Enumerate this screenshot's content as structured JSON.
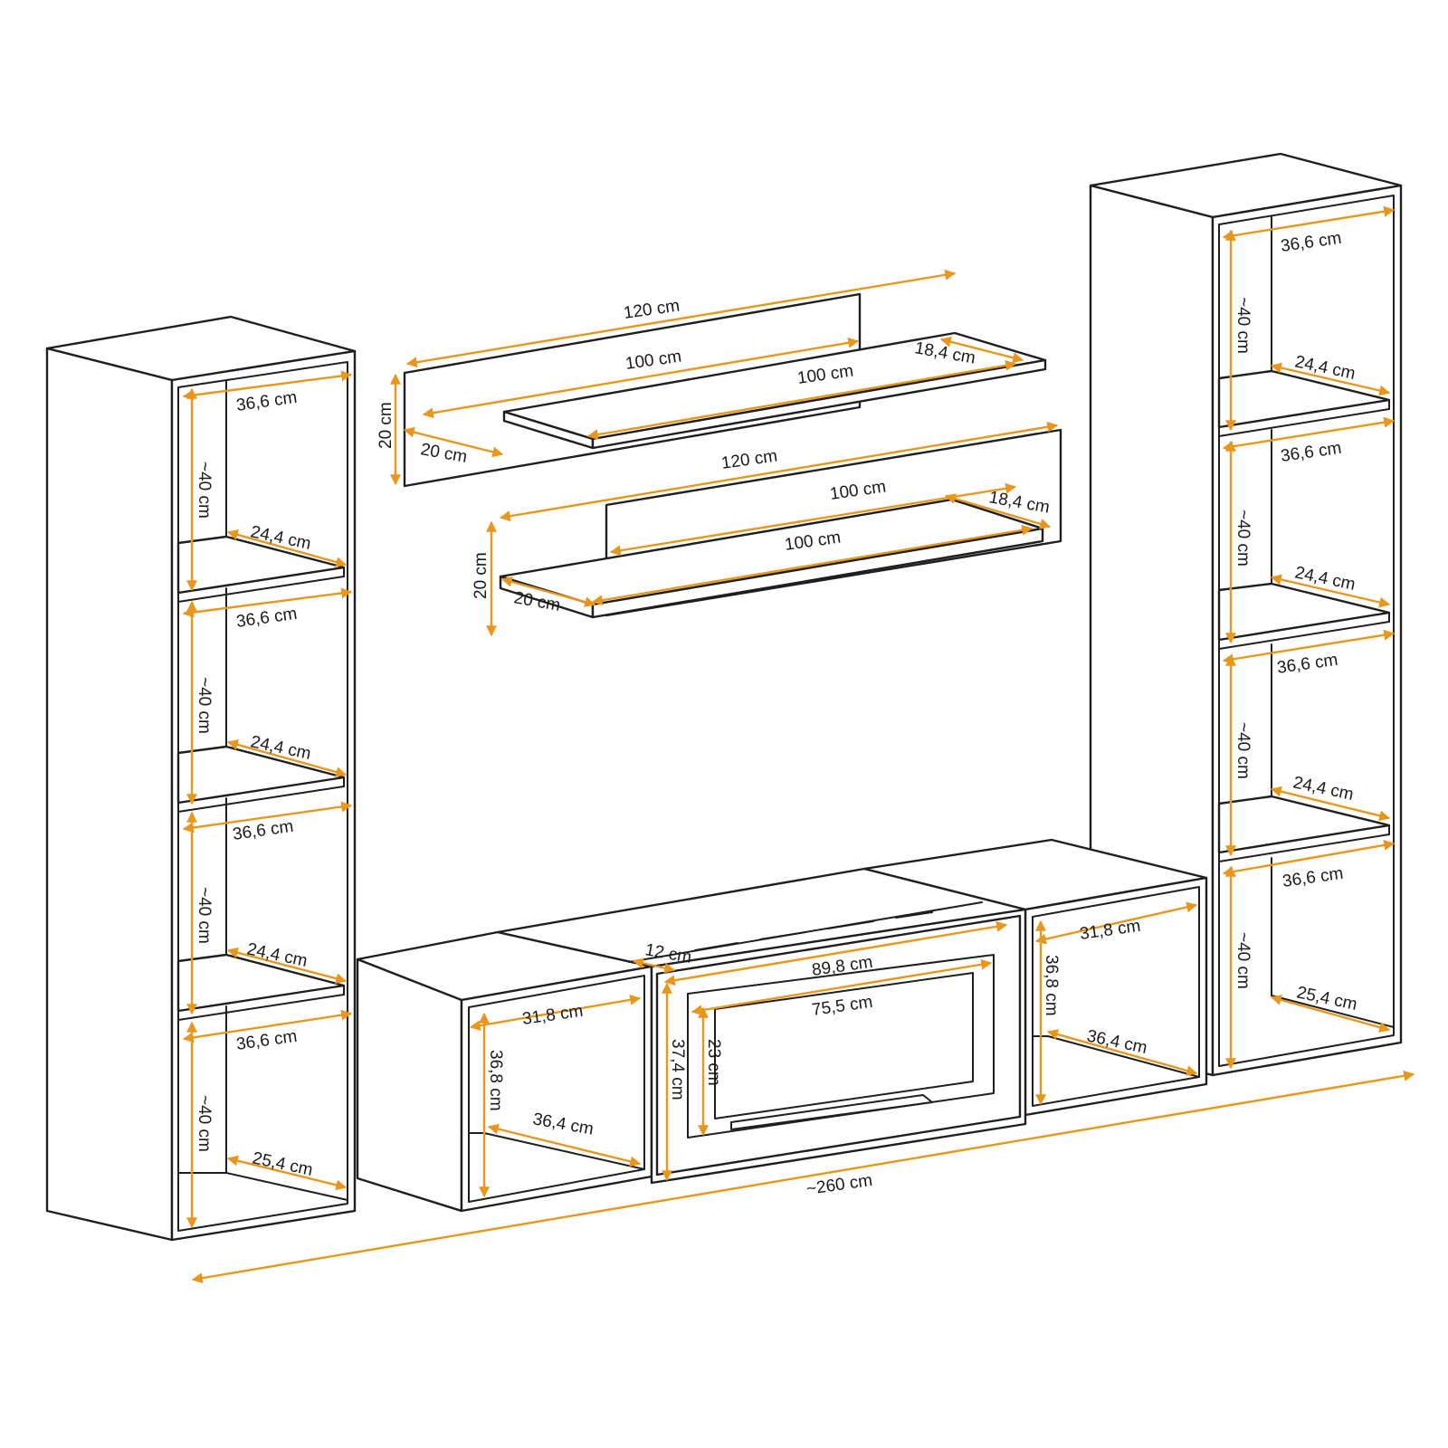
{
  "colors": {
    "line": "#1f1f1f",
    "dimension": "#e8961c",
    "background": "#ffffff"
  },
  "dimensions": {
    "left_cabinet": {
      "width_1": "36,6 cm",
      "height_1": "~40 cm",
      "shelf_1": "24,4 cm",
      "width_2": "36,6 cm",
      "height_2": "~40 cm",
      "shelf_2": "24,4 cm",
      "width_3": "36,6 cm",
      "height_3": "~40 cm",
      "shelf_3": "24,4 cm",
      "width_4": "36,6 cm",
      "height_4": "~40 cm",
      "shelf_4": "25,4 cm"
    },
    "right_cabinet": {
      "width_1": "36,6 cm",
      "height_1": "~40 cm",
      "shelf_1": "24,4 cm",
      "width_2": "36,6 cm",
      "height_2": "~40 cm",
      "shelf_2": "24,4 cm",
      "width_3": "36,6 cm",
      "height_3": "~40 cm",
      "shelf_3": "24,4 cm",
      "width_4": "36,6 cm",
      "height_4": "~40 cm",
      "shelf_4": "25,4 cm"
    },
    "upper_shelf": {
      "back_length": "120 cm",
      "panel_length": "100 cm",
      "shelf_length": "100 cm",
      "shelf_depth": "18,4 cm",
      "height": "20 cm",
      "depth": "20 cm"
    },
    "lower_shelf": {
      "back_length": "120 cm",
      "panel_length": "100 cm",
      "shelf_length": "100 cm",
      "shelf_depth": "18,4 cm",
      "height": "20 cm",
      "depth": "20 cm"
    },
    "left_box": {
      "width": "31,8 cm",
      "height": "36,8 cm",
      "depth": "36,4 cm"
    },
    "fireplace": {
      "depth": "12 cm",
      "outer_width": "89,8 cm",
      "inner_width": "75,5 cm",
      "outer_height": "37,4 cm",
      "inner_height": "23 cm"
    },
    "right_box": {
      "width": "31,8 cm",
      "height": "36,8 cm",
      "depth": "36,4 cm"
    },
    "total_width": "~260 cm"
  }
}
